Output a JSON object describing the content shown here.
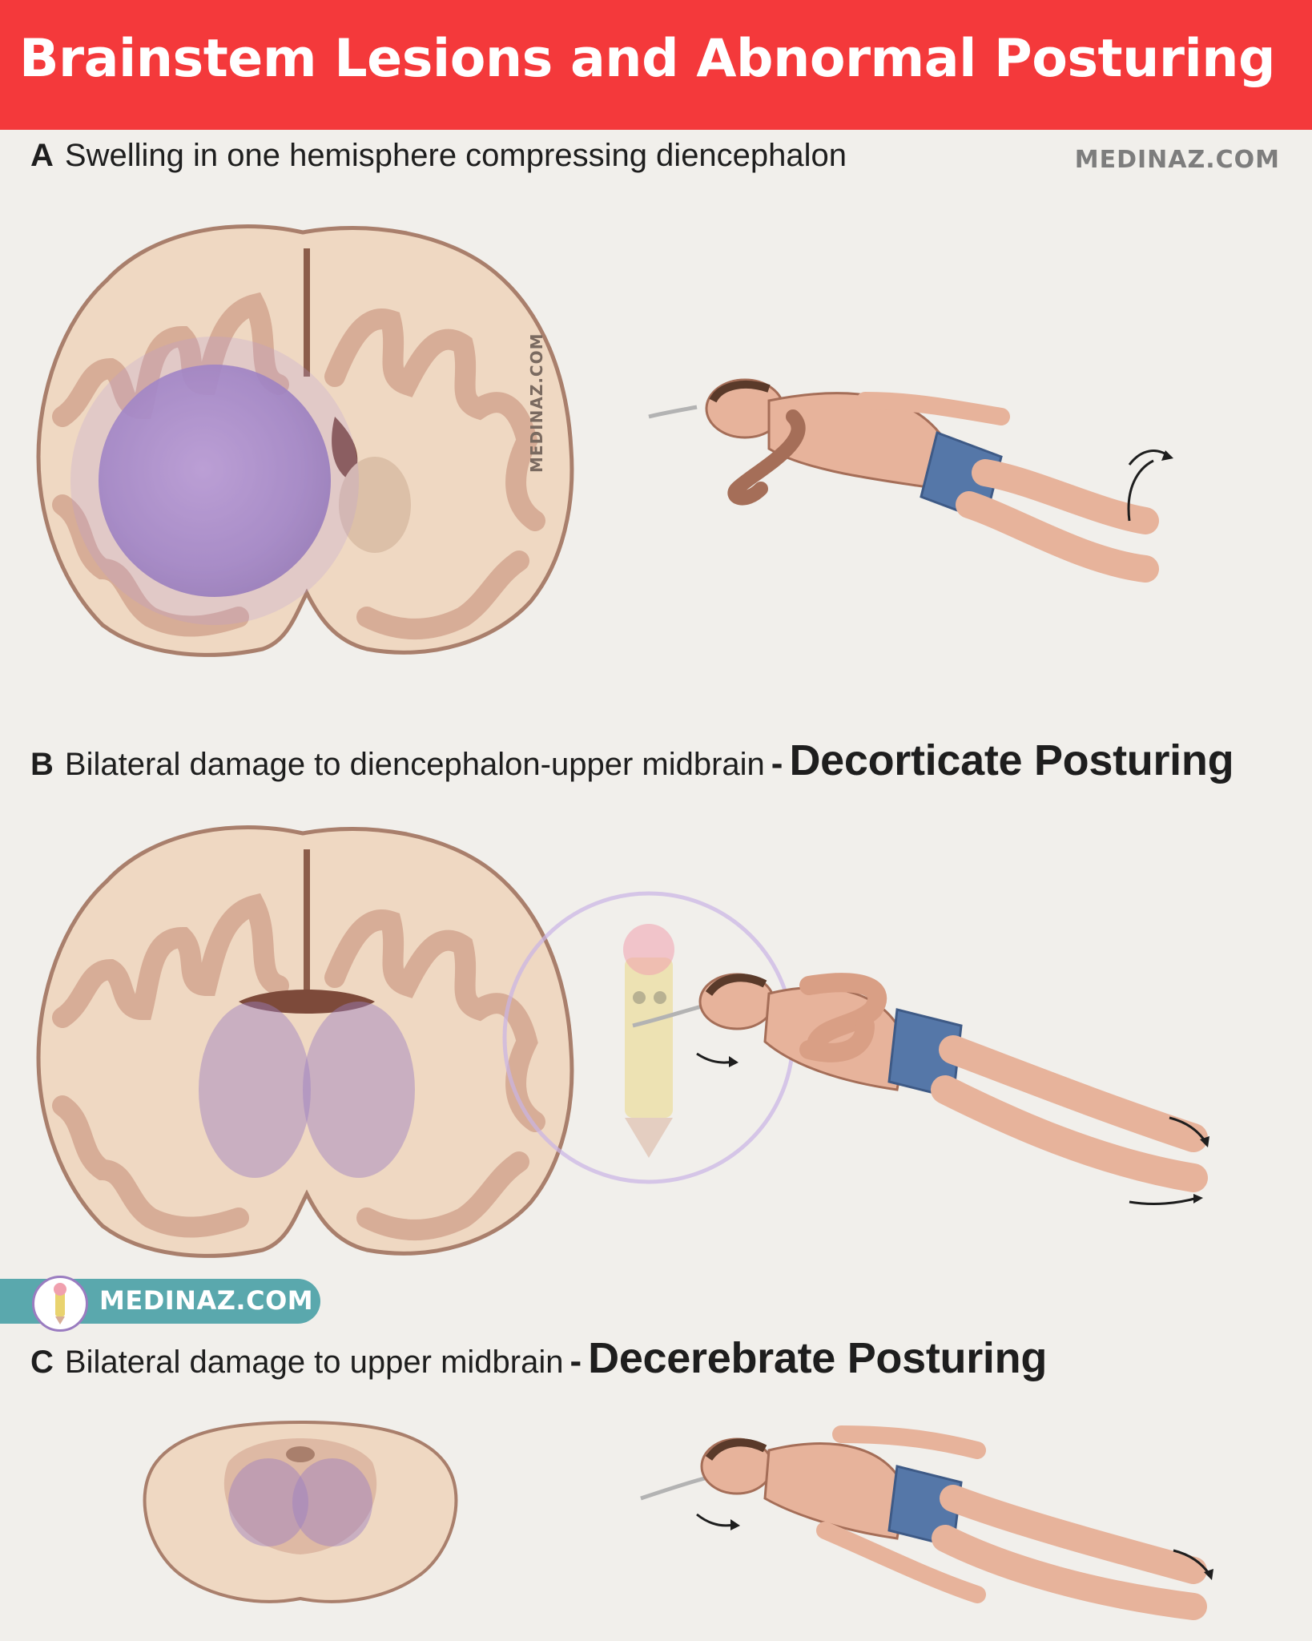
{
  "title": "Brainstem Lesions and Abnormal Posturing",
  "watermark": "MEDINAZ.COM",
  "brain_watermark": "MEDINAZ.COM",
  "sections": [
    {
      "letter": "A",
      "description": "Swelling in one hemisphere compressing diencephalon",
      "posture": ""
    },
    {
      "letter": "B",
      "description": "Bilateral damage to diencephalon-upper midbrain",
      "posture": "Decorticate Posturing"
    },
    {
      "letter": "C",
      "description": "Bilateral damage to upper midbrain",
      "posture": "Decerebrate Posturing"
    }
  ],
  "badge": {
    "text": "MEDINAZ.COM"
  },
  "colors": {
    "banner": "#f4393b",
    "brain_tissue": "#efd8c2",
    "brain_gray_matter": "#d7ad97",
    "lesion": "#9b7fc2",
    "shorts": "#5577a8",
    "skin": "#e7b39b",
    "badge": "#5aa8ad"
  },
  "icons": [
    "brain-coronal-section-icon",
    "brainstem-axial-section-icon",
    "supine-patient-icon",
    "pencil-mascot-logo-icon",
    "movement-arrow-icon"
  ]
}
